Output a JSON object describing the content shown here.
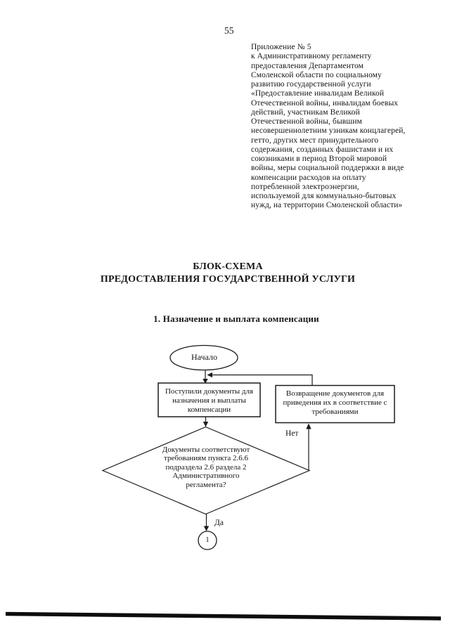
{
  "page": {
    "number": "55",
    "appendix_lines": [
      "Приложение № 5",
      "к Административному регламенту",
      "предоставления Департаментом",
      "Смоленской области по социальному",
      "развитию государственной услуги",
      "«Предоставление инвалидам Великой",
      "Отечественной войны, инвалидам боевых",
      "действий, участникам Великой",
      "Отечественной войны, бывшим",
      "несовершеннолетним узникам концлагерей,",
      "гетто, других мест принудительного",
      "содержания, созданных фашистами и их",
      "союзниками в период Второй мировой",
      "войны, меры социальной поддержки в виде",
      "компенсации расходов на оплату",
      "потребленной электроэнергии,",
      "используемой для коммунально-бытовых",
      "нужд, на территории Смоленской области»"
    ],
    "title_line1": "БЛОК-СХЕМА",
    "title_line2": "ПРЕДОСТАВЛЕНИЯ ГОСУДАРСТВЕННОЙ УСЛУГИ",
    "section_title": "1. Назначение и выплата компенсации"
  },
  "flowchart": {
    "nodes": {
      "start": {
        "type": "terminator",
        "label": "Начало"
      },
      "receive": {
        "type": "process",
        "label": "Поступили документы для назначения и выплаты компенсации"
      },
      "return": {
        "type": "process",
        "label": "Возвращение документов для приведения их в соответствие с требованиями"
      },
      "decision": {
        "type": "decision",
        "label": "Документы соответствуют требованиям пункта 2.6.6 подраздела 2.6 раздела 2 Административного регламента?"
      },
      "connector": {
        "type": "connector",
        "label": "1"
      }
    },
    "edges": {
      "no_label": "Нет",
      "yes_label": "Да"
    },
    "colors": {
      "ink": "#1c1c1c",
      "paper": "#ffffff"
    }
  }
}
